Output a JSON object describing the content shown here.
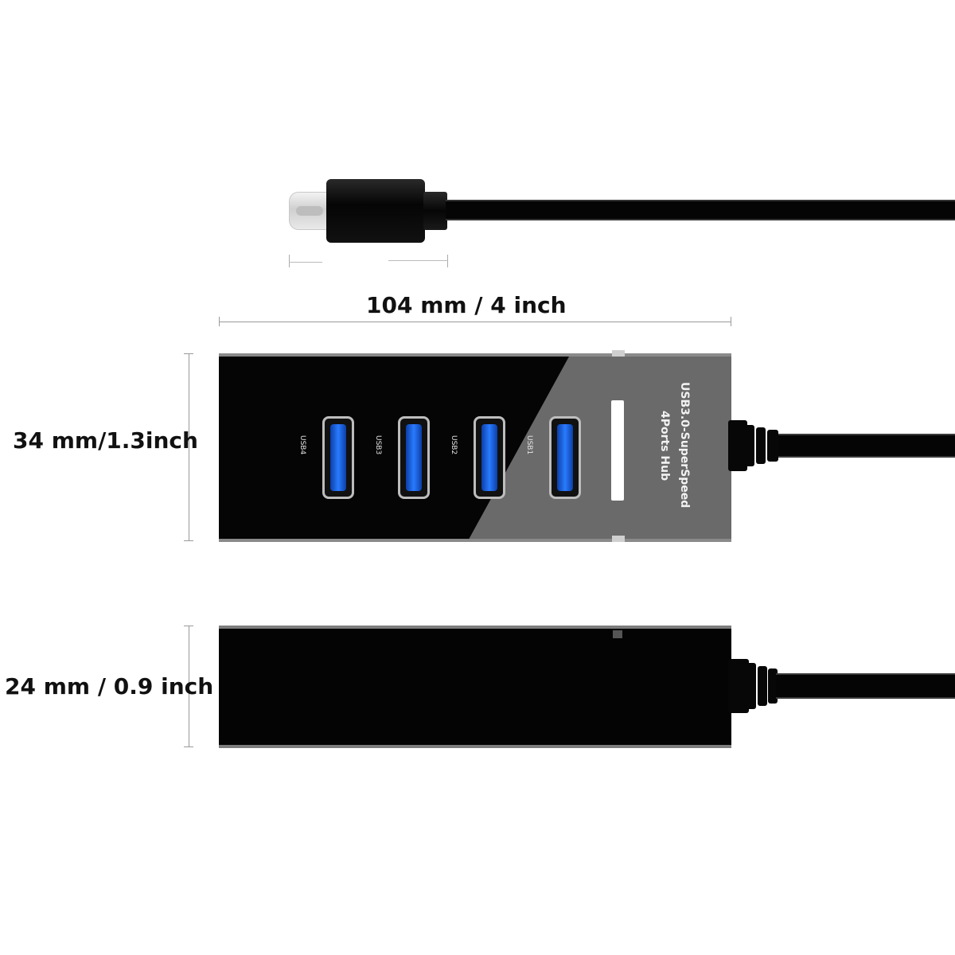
{
  "dimensions": {
    "length_label": "104 mm / 4 inch",
    "width_label": "34 mm/1.3inch",
    "height_label": "24 mm / 0.9 inch"
  },
  "hub": {
    "brand_line1": "USB3.0-SuperSpeed",
    "brand_line2": "4Ports Hub",
    "ports": [
      {
        "label": "USB4"
      },
      {
        "label": "USB3"
      },
      {
        "label": "USB2"
      },
      {
        "label": "USB1"
      }
    ],
    "port_color": "#2a7bff",
    "body_color": "#050505"
  },
  "connector": {
    "icon": "usb-c-plug-icon"
  }
}
